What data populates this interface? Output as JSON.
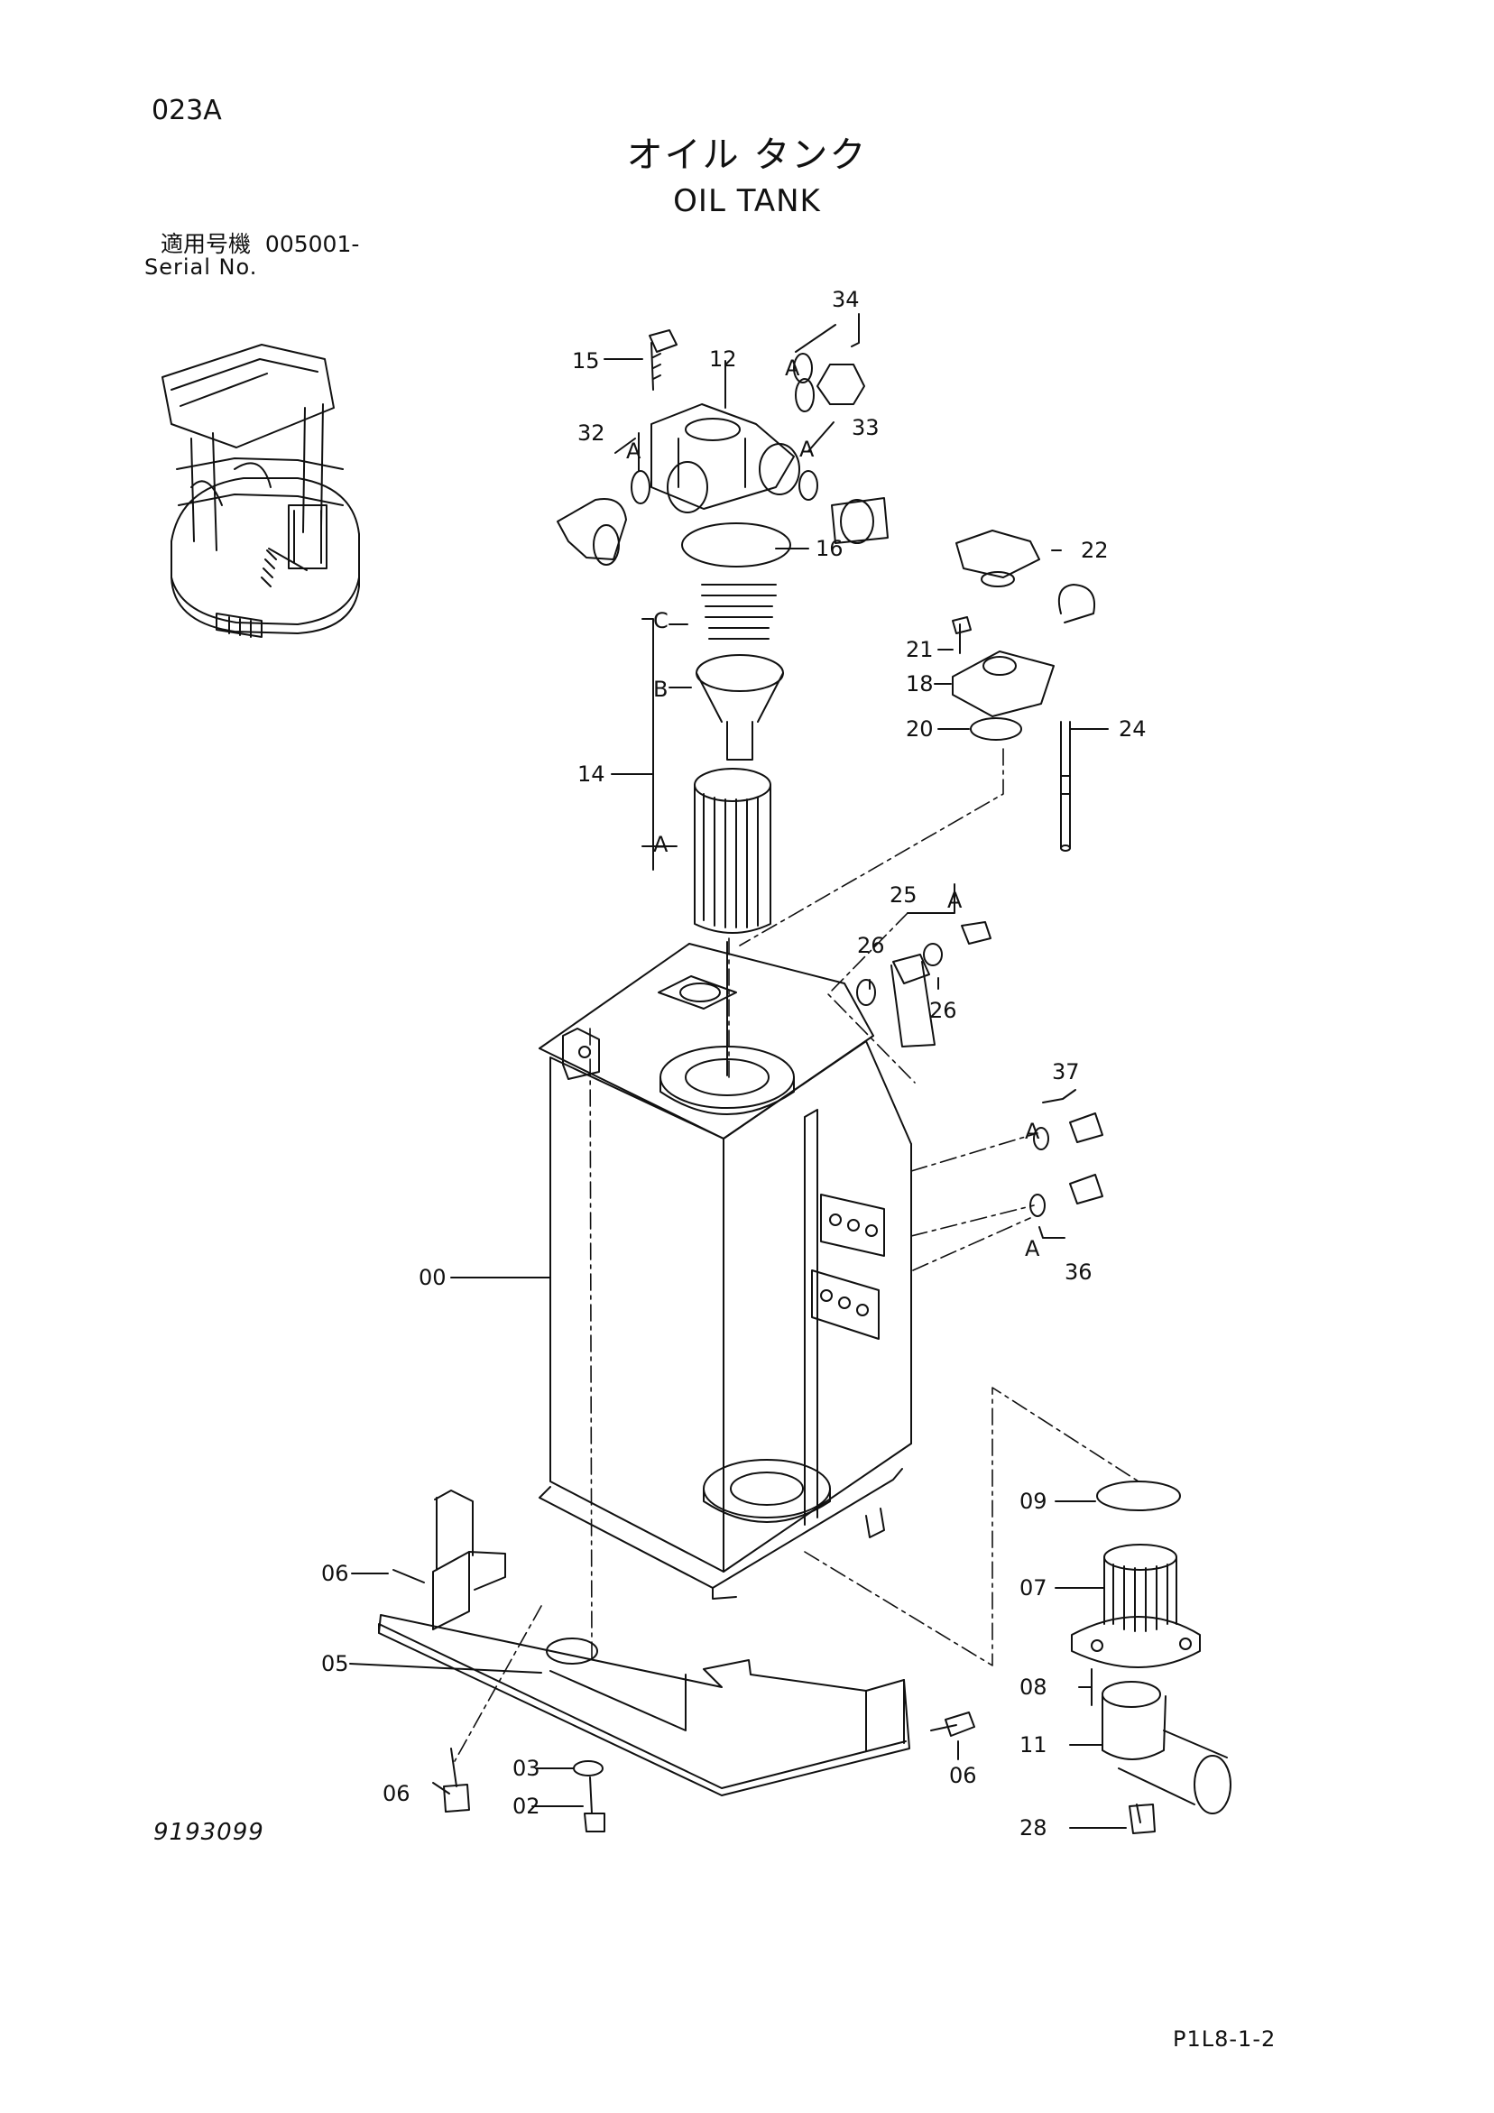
{
  "header": {
    "code": "023A",
    "title_jp": "オイル タンク",
    "title_en": "OIL TANK",
    "serial_label_jp": "適用号機",
    "serial_value": "005001-",
    "serial_label_en": "Serial No."
  },
  "footer": {
    "drawing_number": "9193099",
    "page_ref": "P1L8-1-2"
  },
  "callouts": {
    "c34": "34",
    "c15": "15",
    "c12": "12",
    "c32": "32",
    "c33": "33",
    "c16": "16",
    "c22": "22",
    "c21": "21",
    "c18": "18",
    "c20": "20",
    "c24": "24",
    "c14": "14",
    "c25": "25",
    "c26a": "26",
    "c26b": "26",
    "c37": "37",
    "c36": "36",
    "c00": "00",
    "c09": "09",
    "c07": "07",
    "c08": "08",
    "c11": "11",
    "c28": "28",
    "c06a": "06",
    "c06b": "06",
    "c06c": "06",
    "c05": "05",
    "c03": "03",
    "c02": "02"
  },
  "sub_letters": {
    "a1": "A",
    "a2": "A",
    "a3": "A",
    "a4": "A",
    "a5": "A",
    "a6": "A",
    "a7": "A",
    "b1": "B",
    "c1": "C"
  }
}
